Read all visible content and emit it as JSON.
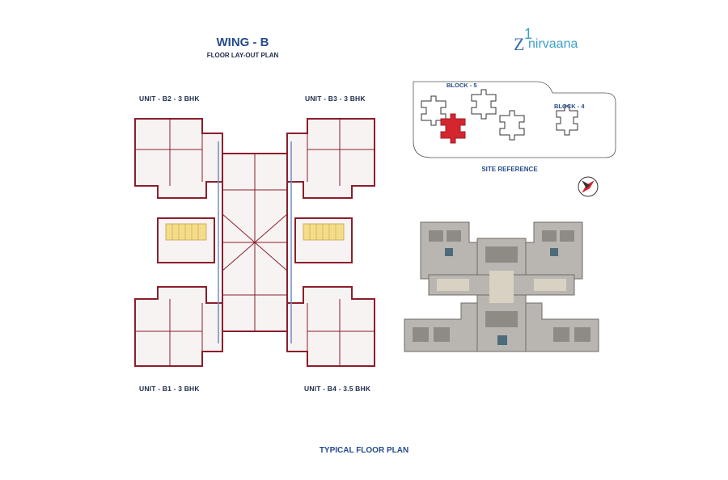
{
  "wing_title": "WING - B",
  "wing_subtitle": "FLOOR LAY-OUT PLAN",
  "units": {
    "b2": "UNIT - B2 - 3 BHK",
    "b3": "UNIT - B3 - 3 BHK",
    "b1": "UNIT - B1 - 3 BHK",
    "b4": "UNIT - B4 - 3.5 BHK"
  },
  "site": {
    "block5": "BLOCK - 5",
    "block4": "BLOCK - 4",
    "reference": "SITE REFERENCE"
  },
  "footer": "TYPICAL FLOOR PLAN",
  "logo": {
    "z": "Z",
    "one": "1",
    "name": "nirvaana"
  },
  "colors": {
    "wall": "#8b1e2b",
    "highlight": "#d3262e",
    "title": "#244c8c",
    "logo": "#3aa0c8"
  }
}
